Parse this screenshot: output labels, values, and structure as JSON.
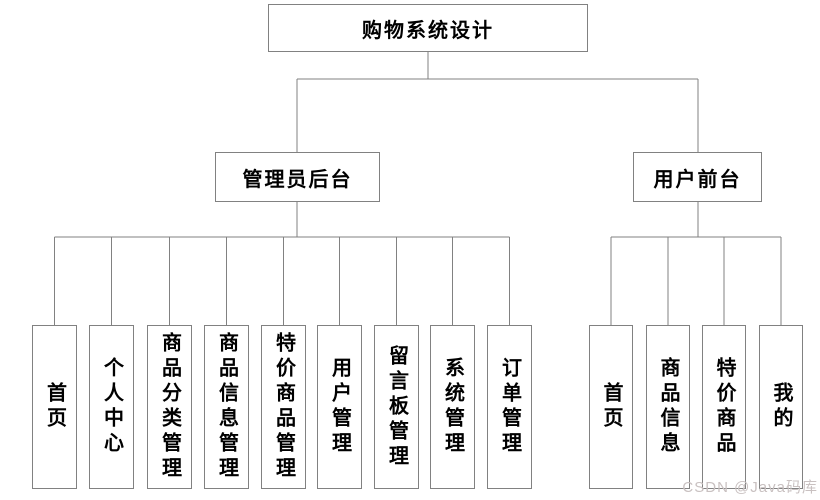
{
  "tree": {
    "root": "购物系统设计",
    "admin": {
      "label": "管理员后台",
      "children": [
        "首页",
        "个人中心",
        "商品分类管理",
        "商品信息管理",
        "特价商品管理",
        "用户管理",
        "留言板管理",
        "系统管理",
        "订单管理"
      ]
    },
    "user": {
      "label": "用户前台",
      "children": [
        "首页",
        "商品信息",
        "特价商品",
        "我的"
      ]
    }
  },
  "watermark": "CSDN @Java码库",
  "colors": {
    "line": "#818181",
    "border": "#818181",
    "text": "#000000",
    "watermark": "#c9c1c1",
    "background": "#ffffff"
  }
}
